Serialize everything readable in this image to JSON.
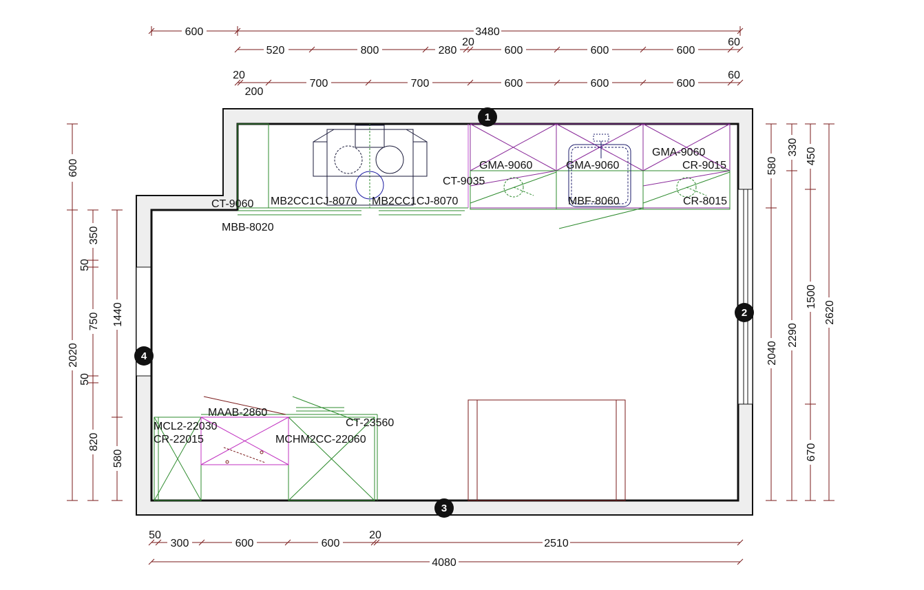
{
  "dimensions": {
    "top_total_a": "600",
    "top_total_b": "3480",
    "top_row2": [
      "520",
      "800",
      "280",
      "20",
      "600",
      "600",
      "600",
      "60"
    ],
    "top_row3": [
      "20",
      "200",
      "700",
      "700",
      "600",
      "600",
      "600",
      "60"
    ],
    "bottom_row1": [
      "50",
      "300",
      "600",
      "600",
      "20",
      "2510"
    ],
    "bottom_total": "4080",
    "left_outer": [
      "600",
      "2020"
    ],
    "left_inner": [
      "350",
      "50",
      "750",
      "50",
      "820"
    ],
    "left_inner2": [
      "1440",
      "580"
    ],
    "right_1": [
      "580",
      "2040"
    ],
    "right_2": [
      "330",
      "2290"
    ],
    "right_3": [
      "450",
      "1500",
      "670"
    ],
    "right_4": "2620"
  },
  "labels": {
    "gma_1": "GMA-9060",
    "gma_2": "GMA-9060",
    "gma_3": "GMA-9060",
    "cr_9015": "CR-9015",
    "ct_9035": "CT-9035",
    "mbf": "MBF-8060",
    "cr_8015": "CR-8015",
    "ct_9060": "CT-9060",
    "mb2_a": "MB2CC1CJ-8070",
    "mb2_b": "MB2CC1CJ-8070",
    "mbb": "MBB-8020",
    "maab": "MAAB-2860",
    "ct_23560": "CT-23560",
    "mcl2": "MCL2-22030",
    "cr_22015": "CR-22015",
    "mchm": "MCHM2CC-22060"
  },
  "walls": [
    "1",
    "2",
    "3",
    "4"
  ]
}
